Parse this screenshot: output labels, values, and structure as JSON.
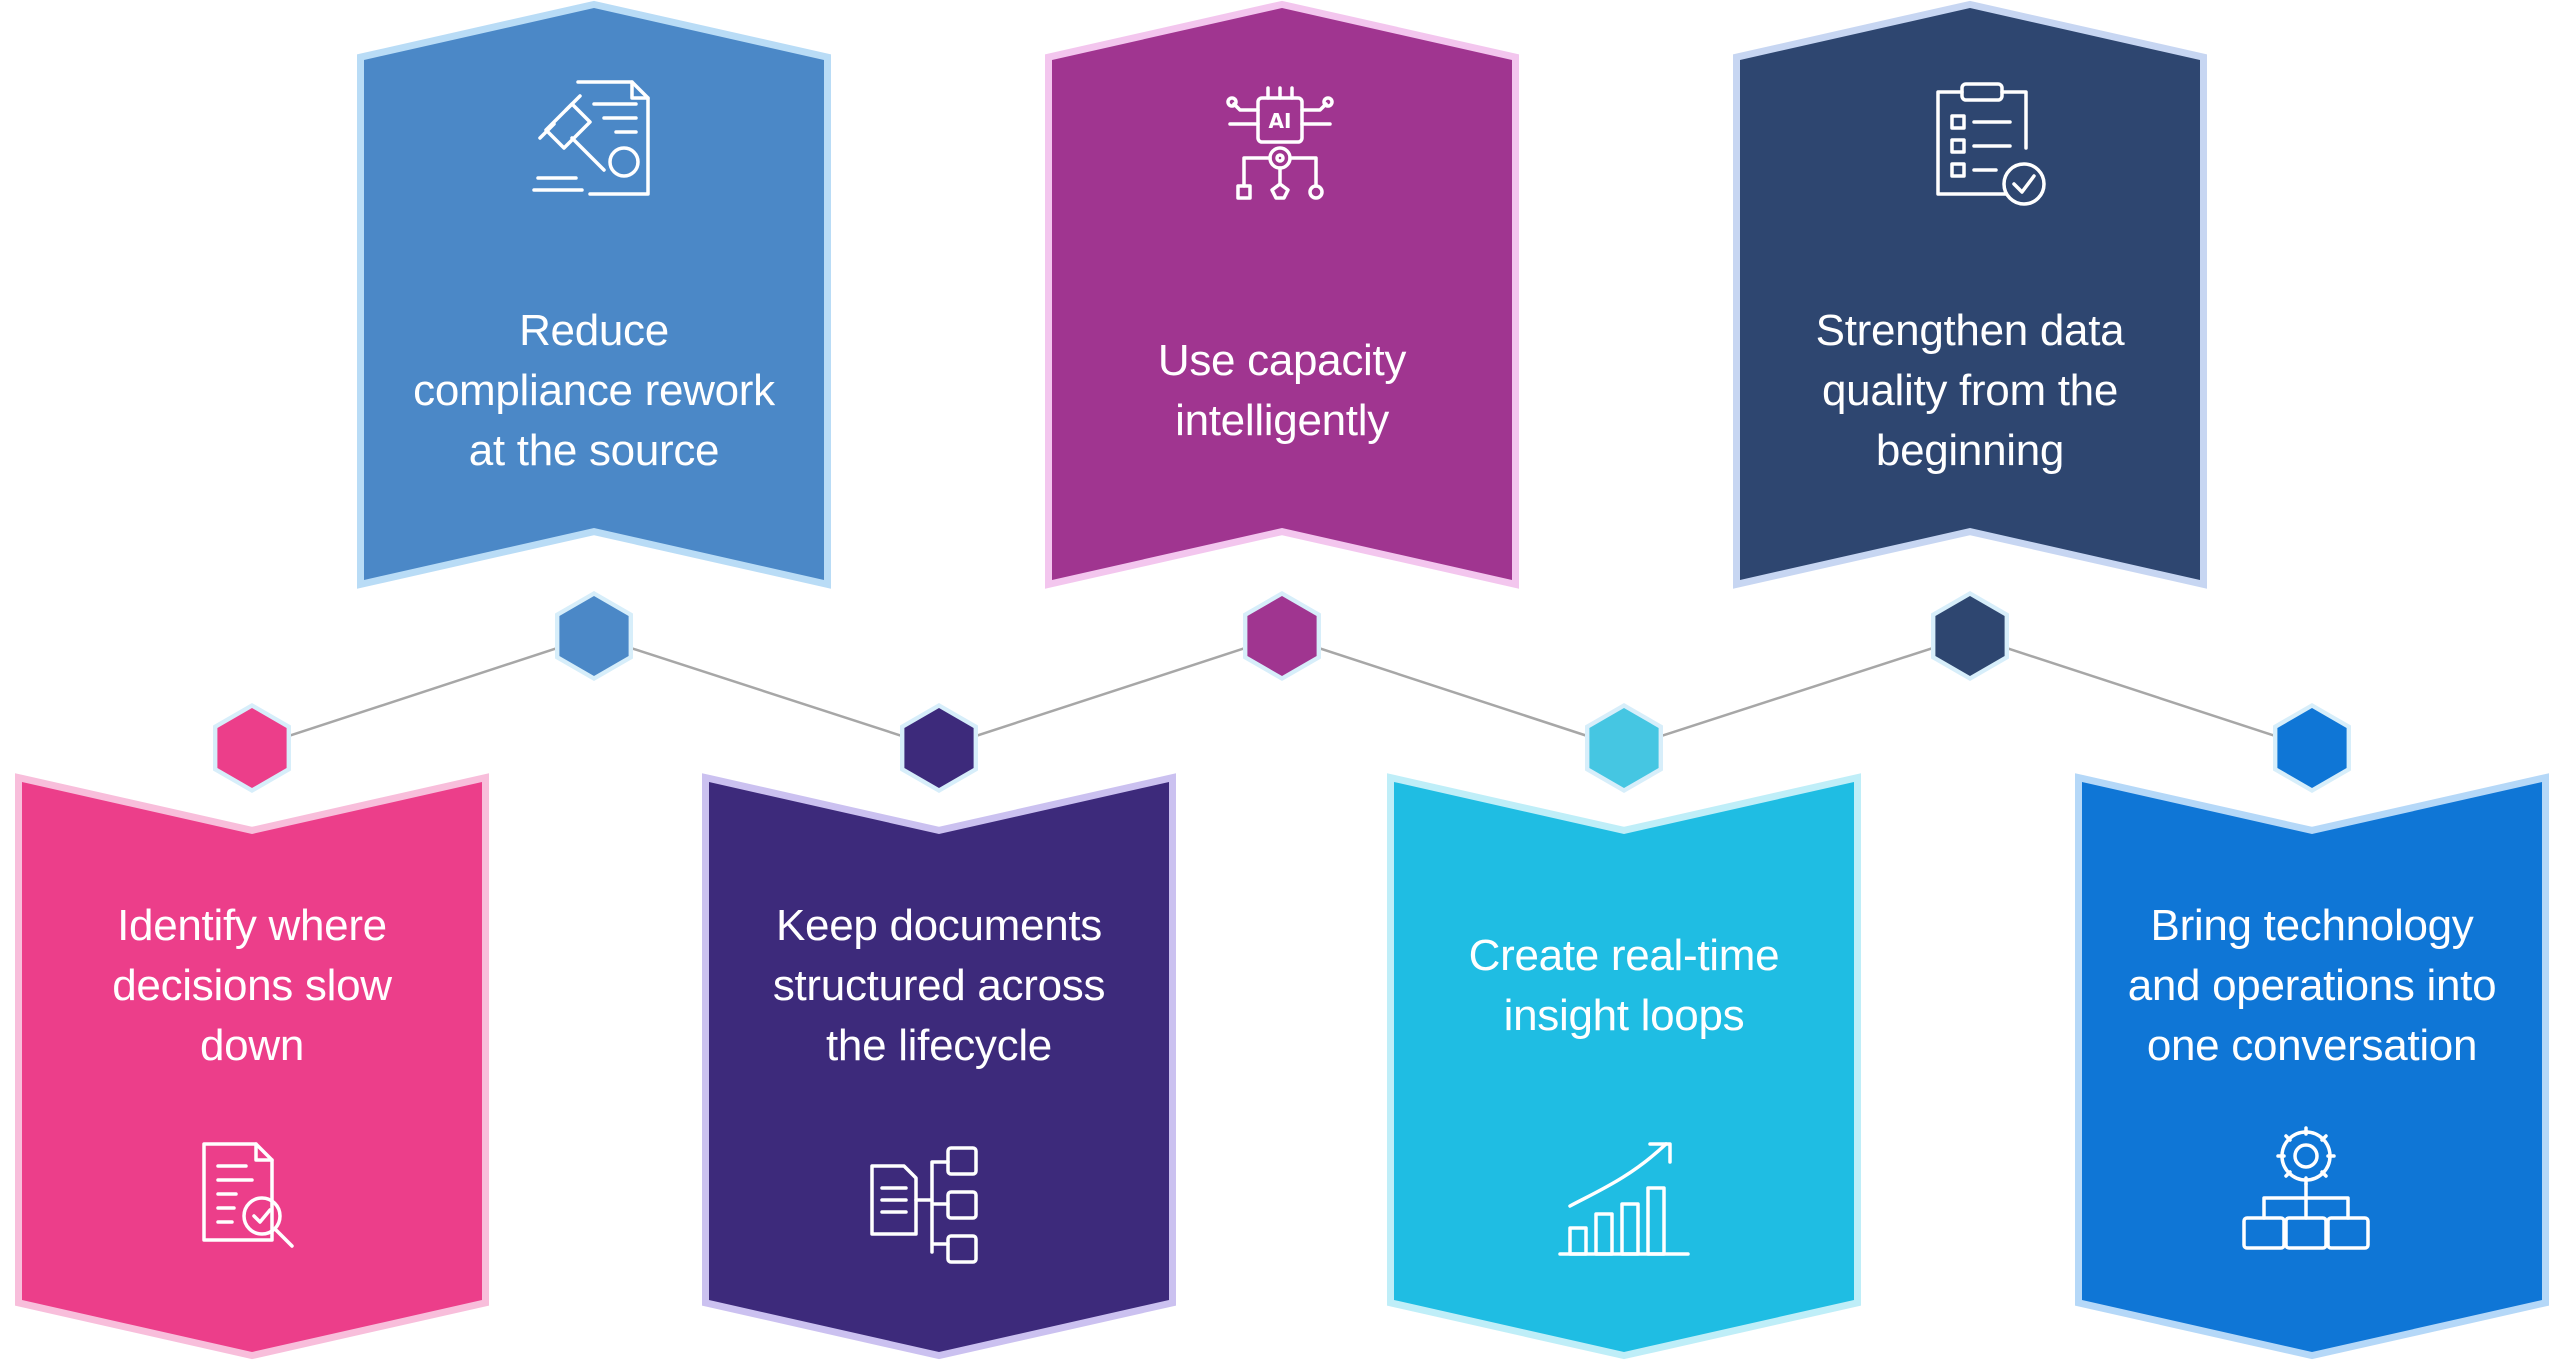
{
  "cards": [
    {
      "text": "Identify where\ndecisions slow\ndown",
      "color": "#ec3e8a",
      "border": "#f8bedb",
      "icon": "document-search-icon"
    },
    {
      "text": "Reduce\ncompliance rework\nat the source",
      "color": "#4b88c7",
      "border": "#b9dcf6",
      "icon": "gavel-document-icon"
    },
    {
      "text": "Keep documents\nstructured across\nthe lifecycle",
      "color": "#3d2a7b",
      "border": "#cbc1f0",
      "icon": "document-hierarchy-icon"
    },
    {
      "text": "Use capacity\nintelligently",
      "color": "#a03590",
      "border": "#f3c6ee",
      "icon": "ai-chip-icon"
    },
    {
      "text": "Create real-time\ninsight loops",
      "color": "#1fbde3",
      "border": "#bfeef8",
      "icon": "growth-chart-icon"
    },
    {
      "text": "Strengthen data\nquality from the\nbeginning",
      "color": "#2e4670",
      "border": "#c7d6f2",
      "icon": "checklist-icon"
    },
    {
      "text": "Bring technology\nand operations into\none conversation",
      "color": "#0f76d6",
      "border": "#b5d8f8",
      "icon": "gear-network-icon"
    }
  ],
  "hex_colors": [
    "#ec3e8a",
    "#4b88c7",
    "#3d2a7b",
    "#a03590",
    "#45c6e2",
    "#2e4670",
    "#0f76d6"
  ]
}
